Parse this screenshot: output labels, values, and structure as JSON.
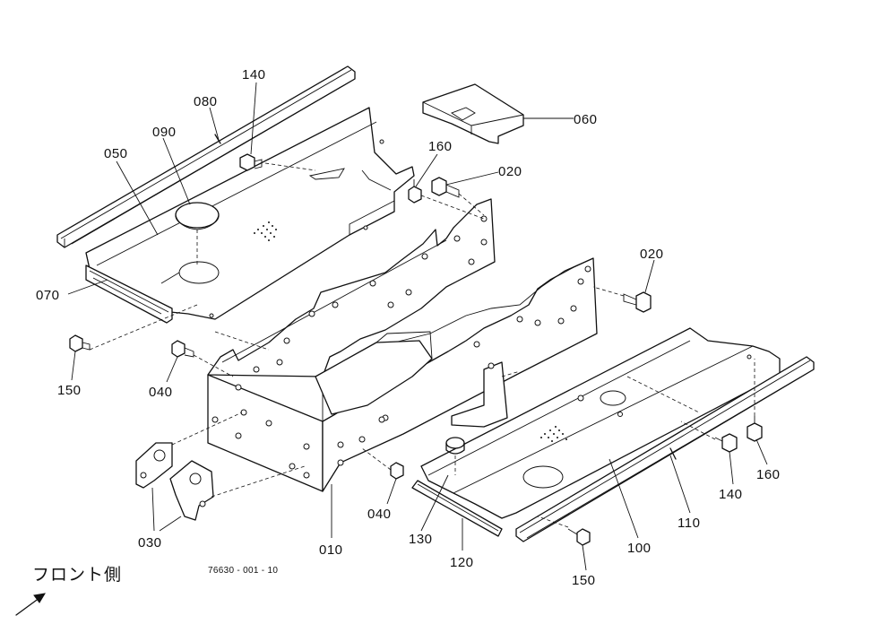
{
  "part_labels": {
    "p140a": "140",
    "p080": "080",
    "p090": "090",
    "p050": "050",
    "p060": "060",
    "p160a": "160",
    "p020a": "020",
    "p020b": "020",
    "p070": "070",
    "p150a": "150",
    "p040a": "040",
    "p030": "030",
    "p010": "010",
    "p040b": "040",
    "p130": "130",
    "p120": "120",
    "p150b": "150",
    "p100": "100",
    "p110": "110",
    "p140b": "140",
    "p160b": "160"
  },
  "drawing_code": "76630 - 001 - 10",
  "front_label": "フロント側",
  "colors": {
    "ink": "#111111",
    "paper": "#ffffff"
  },
  "icons": {
    "front_arrow": "arrow-up-right-icon"
  }
}
